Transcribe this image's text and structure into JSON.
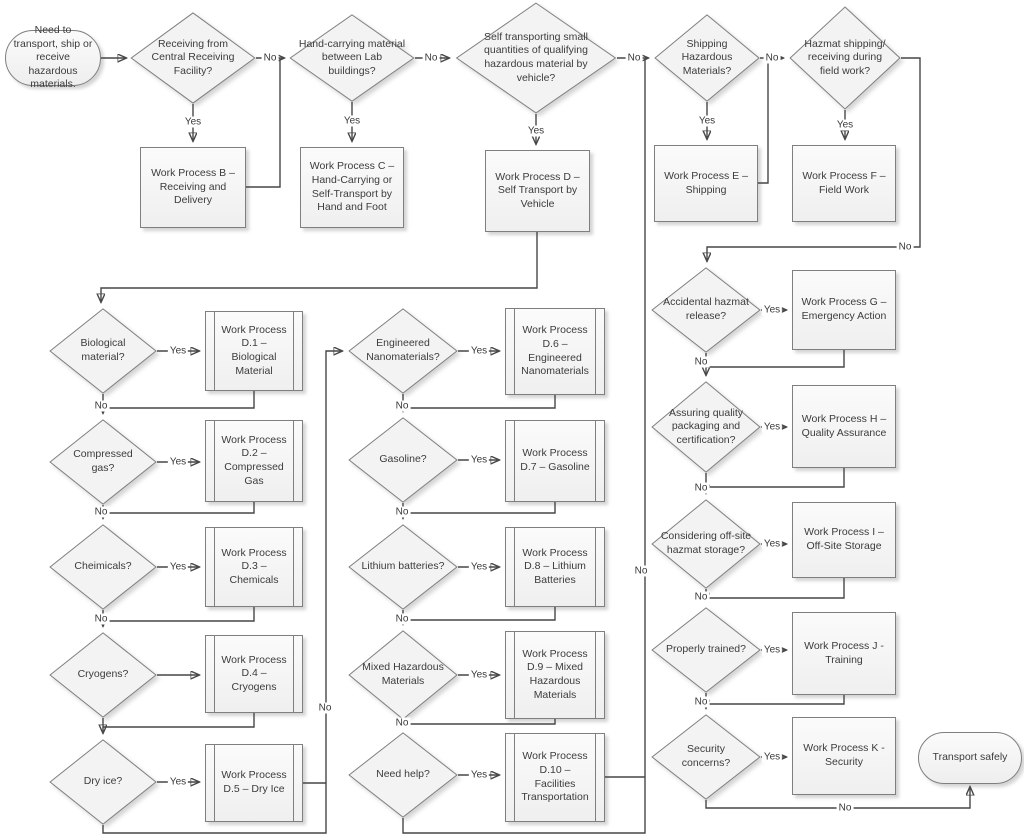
{
  "labels": {
    "yes": "Yes",
    "no": "No"
  },
  "start": "Need to transport, ship or receive hazardous materials.",
  "end": "Transport safely",
  "top": {
    "decisions": [
      "Receiving from Central Receiving Facility?",
      "Hand-carrying material between Lab buildings?",
      "Self transporting small quantities of qualifying hazardous material by vehicle?",
      "Shipping Hazardous Materials?",
      "Hazmat shipping/ receiving during field work?"
    ],
    "processes": [
      "Work Process B – Receiving and Delivery",
      "Work Process C – Hand-Carrying or Self-Transport by Hand and Foot",
      "Work Process D – Self Transport by Vehicle",
      "Work Process E – Shipping",
      "Work Process F – Field Work"
    ]
  },
  "left": {
    "decisions": [
      "Biological material?",
      "Compressed gas?",
      "Cheimicals?",
      "Cryogens?",
      "Dry ice?"
    ],
    "processes": [
      "Work Process D.1 – Biological Material",
      "Work Process D.2 – Compressed Gas",
      "Work Process D.3 – Chemicals",
      "Work Process D.4 – Cryogens",
      "Work Process D.5 – Dry Ice"
    ]
  },
  "middle": {
    "decisions": [
      "Engineered Nanomaterials?",
      "Gasoline?",
      "Lithium batteries?",
      "Mixed Hazardous Materials",
      "Need help?"
    ],
    "processes": [
      "Work Process D.6 – Engineered Nanomaterials",
      "Work Process D.7 – Gasoline",
      "Work Process D.8 – Lithium Batteries",
      "Work Process D.9 – Mixed Hazardous Materials",
      "Work Process D.10 – Facilities Transportation"
    ]
  },
  "right": {
    "decisions": [
      "Accidental hazmat release?",
      "Assuring quality packaging and certification?",
      "Considering off-site hazmat storage?",
      "Properly trained?",
      "Security concerns?"
    ],
    "processes": [
      "Work Process G – Emergency Action",
      "Work Process H – Quality Assurance",
      "Work Process I – Off-Site Storage",
      "Work Process J - Training",
      "Work Process K - Security"
    ]
  }
}
